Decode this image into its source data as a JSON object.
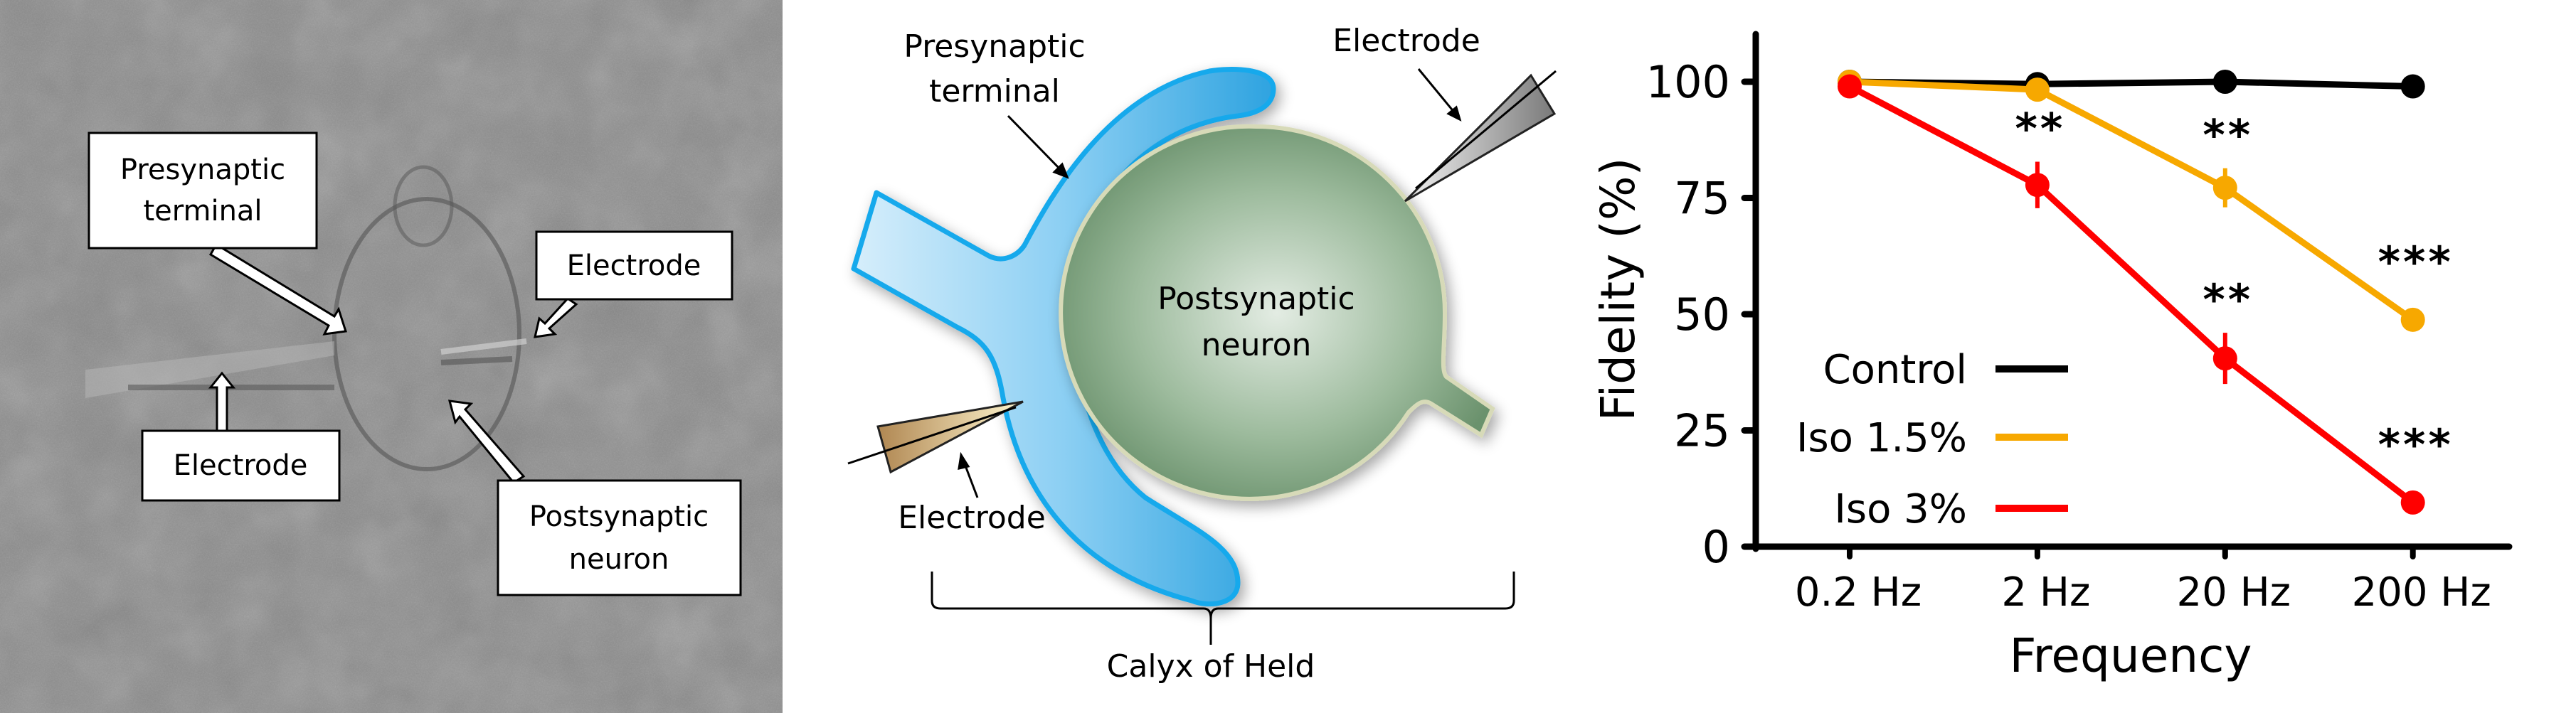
{
  "panel_a": {
    "labels": {
      "presynaptic": [
        "Presynaptic",
        "terminal"
      ],
      "electrode_right": [
        "Electrode"
      ],
      "electrode_left": [
        "Electrode"
      ],
      "postsynaptic": [
        "Postsynaptic",
        "neuron"
      ]
    }
  },
  "panel_b": {
    "presynaptic": [
      "Presynaptic",
      "terminal"
    ],
    "postsynaptic": [
      "Postsynaptic",
      "neuron"
    ],
    "electrode_top": "Electrode",
    "electrode_bottom": "Electrode",
    "bracket_label": "Calyx of Held",
    "colors": {
      "presynaptic_fill_light": "#d3ecfb",
      "presynaptic_fill_dark": "#2ea3e0",
      "presynaptic_outline": "#19a9ec",
      "neuron_center": "#dfe9df",
      "neuron_edge": "#6e9470",
      "neuron_outline": "#d9dcbc",
      "electrode_top": "#8a8a8a",
      "electrode_bottom": "#b88f5a"
    }
  },
  "chart_data": {
    "type": "line",
    "title": "",
    "xlabel": "Frequency",
    "ylabel": "Fidelity (%)",
    "categories": [
      "0.2 Hz",
      "2 Hz",
      "20 Hz",
      "200 Hz"
    ],
    "ylim": [
      0,
      110
    ],
    "yticks": [
      0,
      25,
      50,
      75,
      100
    ],
    "grid": false,
    "legend_position": "bottom-left",
    "series": [
      {
        "name": "Control",
        "color": "#000000",
        "values": [
          100,
          99.5,
          100,
          99
        ],
        "errors": [
          0,
          0,
          0,
          0
        ],
        "significance": [
          "",
          "",
          "",
          ""
        ]
      },
      {
        "name": "Iso 1.5%",
        "color": "#f7a800",
        "values": [
          100,
          98.3,
          77.2,
          48.8
        ],
        "errors": [
          0,
          0,
          4.2,
          0
        ],
        "significance": [
          "",
          "",
          "**",
          "***"
        ]
      },
      {
        "name": "Iso 3%",
        "color": "#ff0000",
        "values": [
          99,
          77.8,
          40.5,
          9.5
        ],
        "errors": [
          0,
          5,
          5.5,
          0
        ],
        "significance": [
          "",
          "**",
          "**",
          "***"
        ]
      }
    ]
  }
}
